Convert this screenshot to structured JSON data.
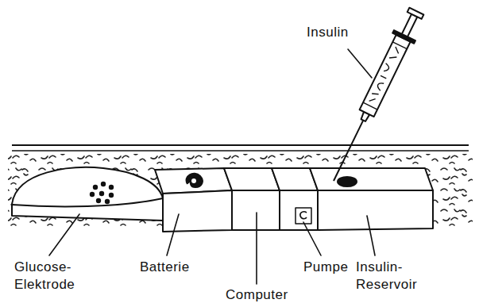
{
  "diagram": {
    "labels": [
      "Insulin",
      "Glucose- Elektrode",
      "Batterie",
      "Computer",
      "Pumpe",
      "Insulin- Reservoir"
    ]
  }
}
